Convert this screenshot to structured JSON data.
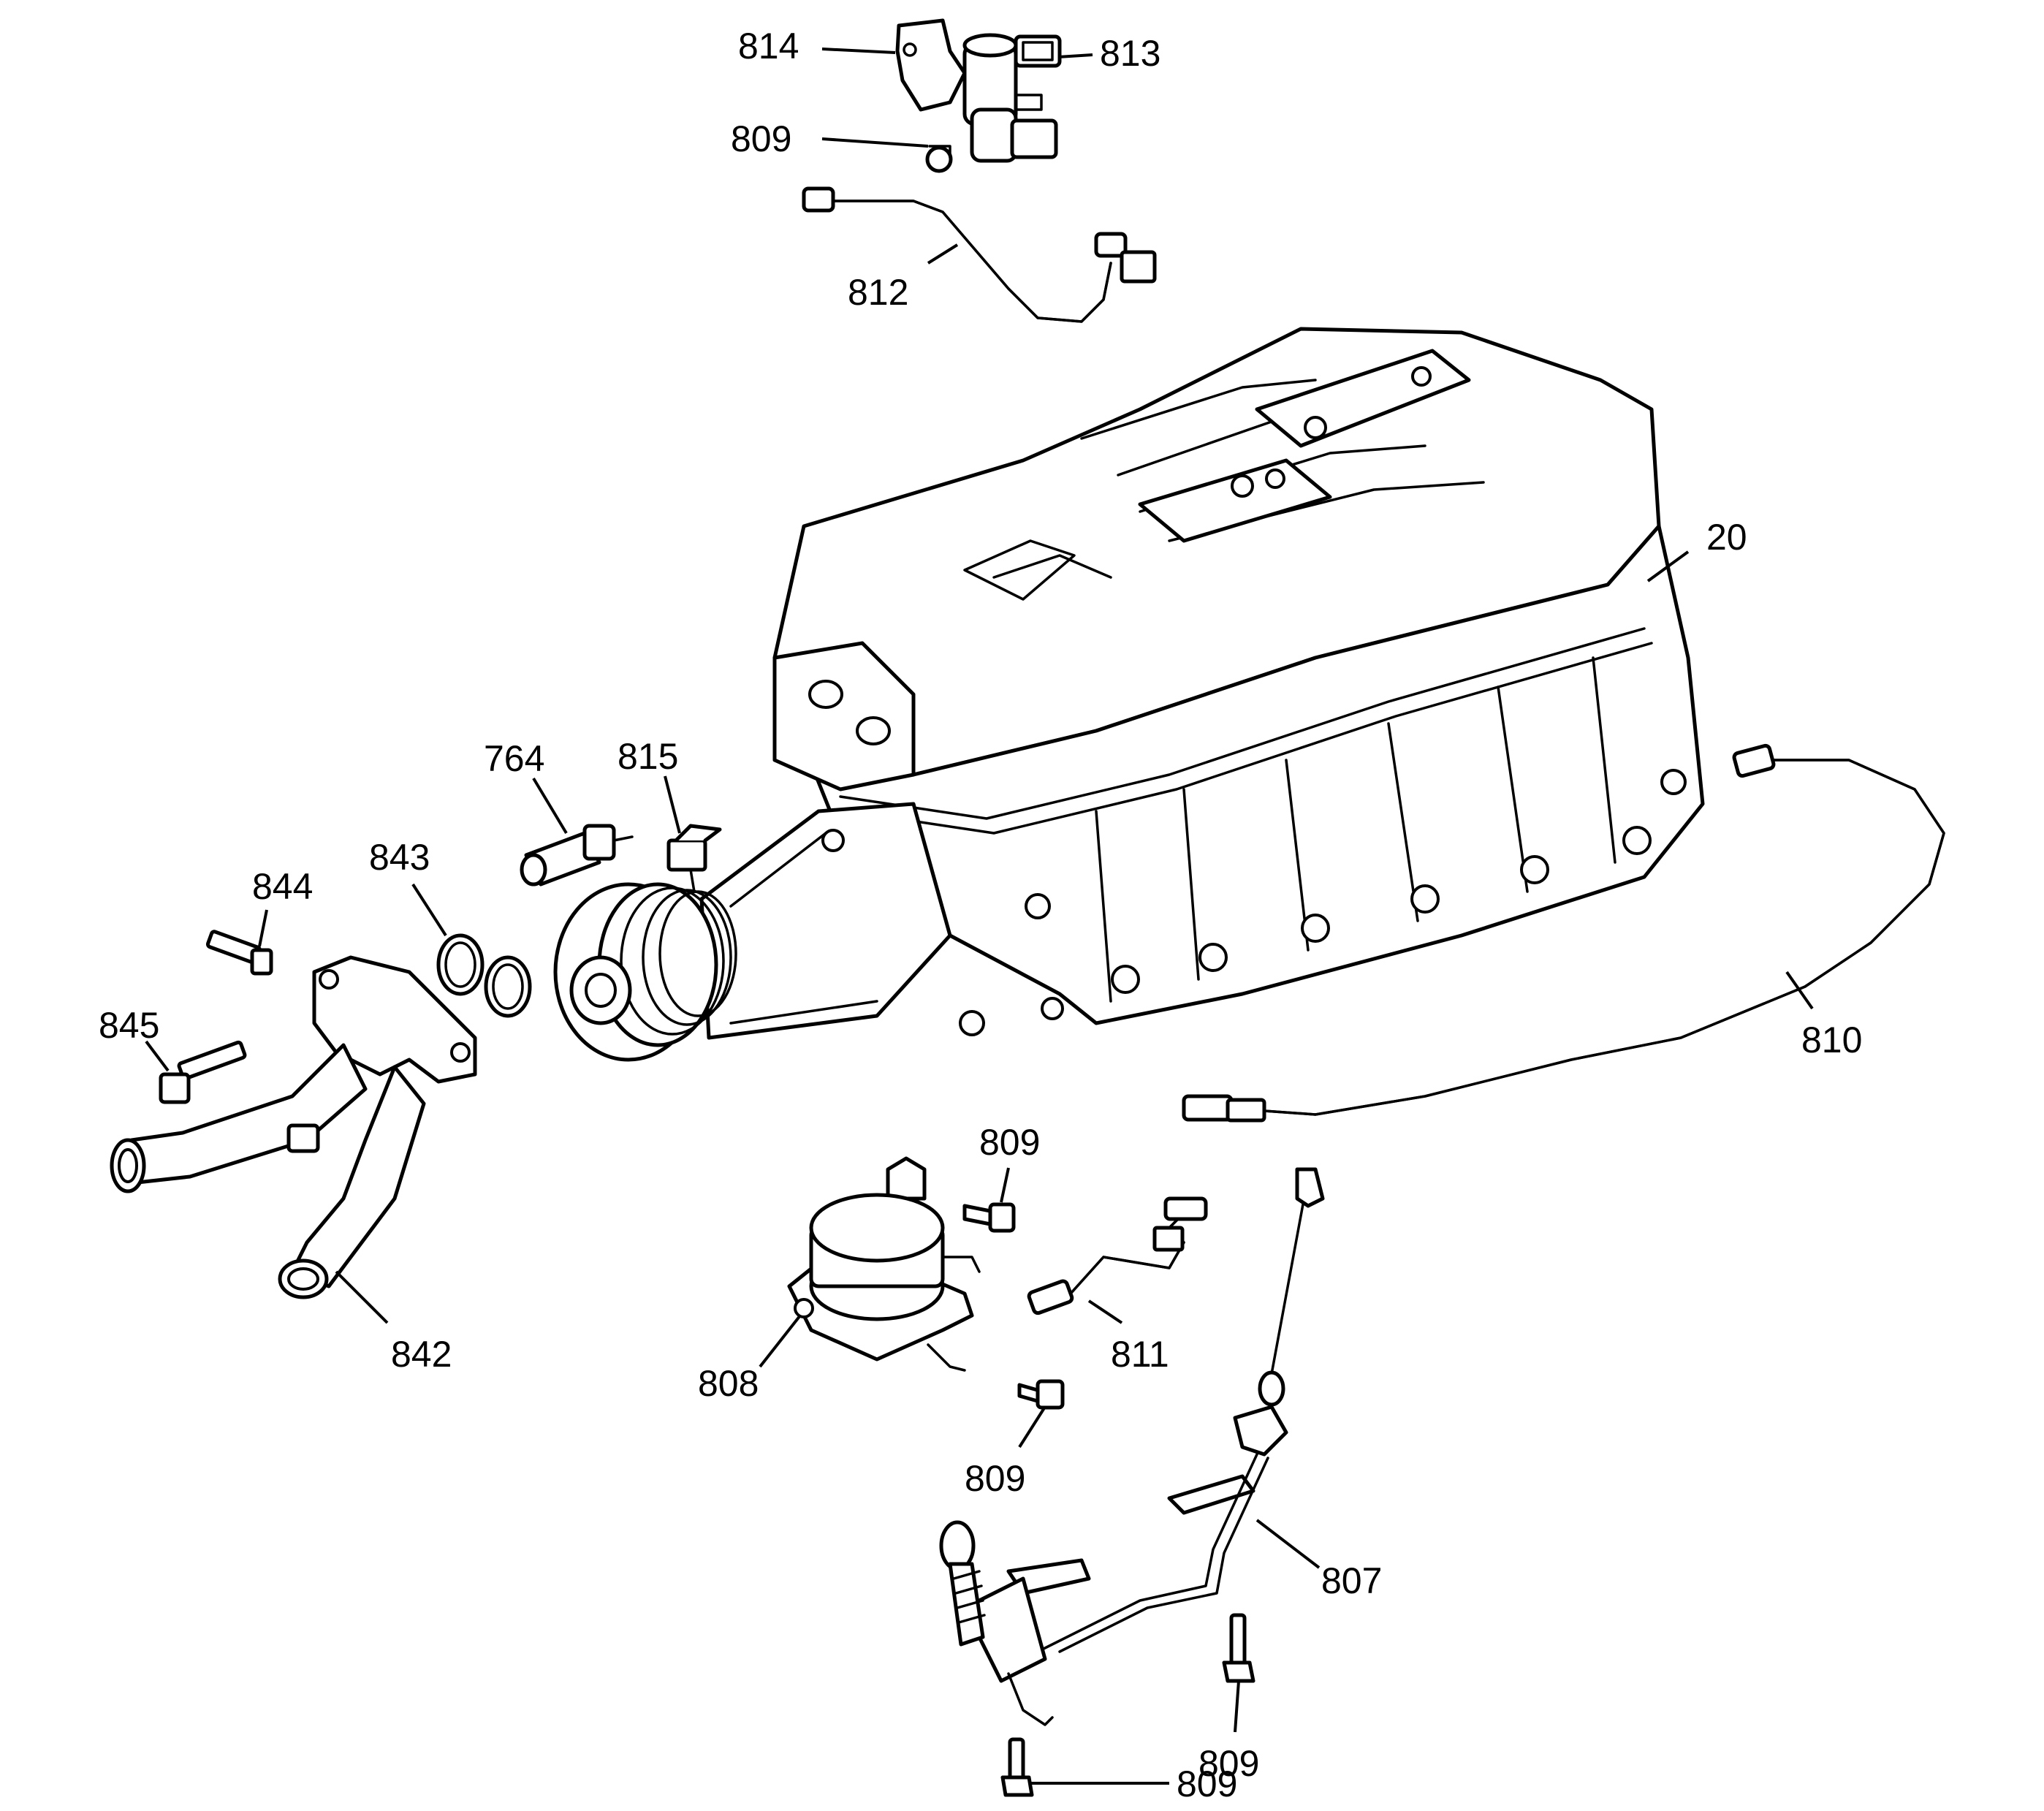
{
  "callouts": {
    "c814": "814",
    "c813": "813",
    "c809_top": "809",
    "c812": "812",
    "c20": "20",
    "c764": "764",
    "c815": "815",
    "c843": "843",
    "c844": "844",
    "c845": "845",
    "c810": "810",
    "c809_mid": "809",
    "c842": "842",
    "c808": "808",
    "c811": "811",
    "c809_low": "809",
    "c807": "807",
    "c809_right": "809",
    "c809_bottom": "809"
  }
}
